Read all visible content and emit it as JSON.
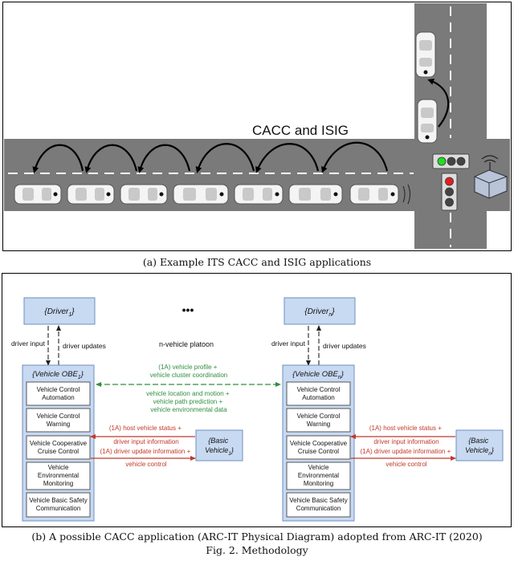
{
  "panel_a": {
    "label": "CACC and ISIG",
    "caption": "(a) Example ITS CACC and ISIG applications"
  },
  "panel_b": {
    "platoon_label": "n-vehicle platoon",
    "ellipsis": "•••",
    "driver1": {
      "pre": "{Driver",
      "sub": "1",
      "post": "}"
    },
    "drivern": {
      "pre": "{Driver",
      "sub": "n",
      "post": "}"
    },
    "obe1": {
      "pre": "{Vehicle OBE",
      "sub": "1",
      "post": "}"
    },
    "oben": {
      "pre": "{Vehicle OBE",
      "sub": "n",
      "post": "}"
    },
    "basic1": {
      "line1": "{Basic",
      "pre": "Vehicle",
      "sub": "1",
      "post": "}"
    },
    "basicn": {
      "line1": "{Basic",
      "pre": "Vehicle",
      "sub": "n",
      "post": "}"
    },
    "driver_input": "driver input",
    "driver_updates": "driver updates",
    "modules": [
      [
        "Vehicle Control",
        "Automation"
      ],
      [
        "Vehicle Control",
        "Warning"
      ],
      [
        "Vehicle Cooperative",
        "Cruise Control"
      ],
      [
        "Vehicle",
        "Environmental",
        "Monitoring"
      ],
      [
        "Vehicle Basic Safety",
        "Communication"
      ]
    ],
    "green_flow_1": [
      "(1A) vehicle profile +",
      "vehicle cluster coordination"
    ],
    "green_flow_2": [
      "vehicle location and motion +",
      "vehicle path prediction +",
      "vehicle environmental data"
    ],
    "red_flow_1": [
      "(1A) host vehicle status +",
      "driver input information"
    ],
    "red_flow_2": [
      "(1A) driver update information +",
      "vehicle control"
    ],
    "caption_b": "(b) A possible CACC application (ARC-IT Physical Diagram) adopted from ARC-IT (2020)",
    "fig_caption": "Fig. 2. Methodology"
  },
  "colors": {
    "road": "#7a7a7a",
    "box_fill": "#c8d9f2",
    "box_stroke": "#6d8fc2",
    "green_flow": "#2f8f3f",
    "red_flow": "#c0392b",
    "signal_green": "#22dd22",
    "signal_red": "#e02020"
  }
}
